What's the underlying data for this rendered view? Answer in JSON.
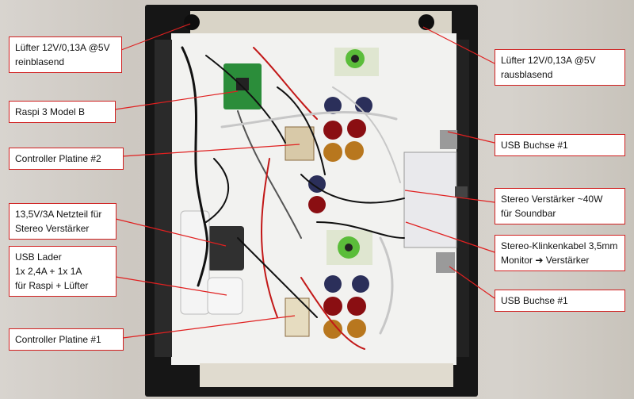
{
  "colors": {
    "callout_border": "#d02020",
    "leader_line": "#e02020",
    "case_frame": "#161616",
    "back_panel": "#f2f2f0"
  },
  "labels": {
    "fan_in": "Lüfter 12V/0,13A @5V\nreinblasend",
    "fan_out": "Lüfter 12V/0,13A @5V\nrausblasend",
    "raspi": "Raspi 3 Model B",
    "usb_jack_top": "USB Buchse #1",
    "controller_2": "Controller Platine #2",
    "amp": "Stereo Verstärker ~40W\nfür Soundbar",
    "psu": "13,5V/3A Netzteil für\nStereo Verstärker",
    "audio_cable": "Stereo-Klinkenkabel 3,5mm\nMonitor ➔ Verstärker",
    "usb_charger": "USB Lader\n1x 2,4A + 1x 1A\nfür Raspi + Lüfter",
    "usb_jack_bottom": "USB Buchse #1",
    "controller_1": "Controller Platine #1"
  }
}
